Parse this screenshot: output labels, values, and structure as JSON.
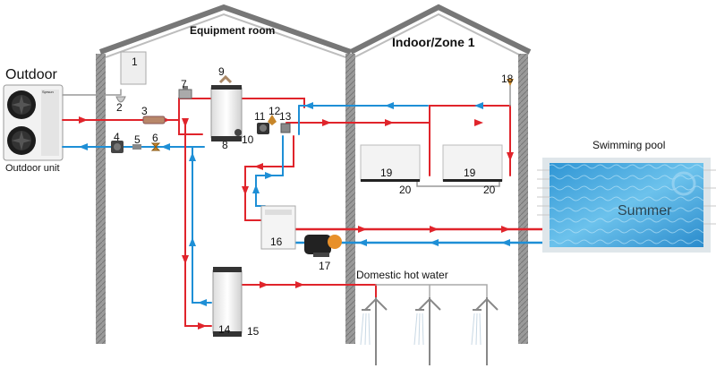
{
  "labels": {
    "outdoor": "Outdoor",
    "outdoor_unit": "Outdoor unit",
    "equipment_room": "Equipment room",
    "indoor_zone": "Indoor/Zone 1",
    "swimming_pool": "Swimming pool",
    "domestic_hot_water": "Domestic hot water",
    "summer": "Summer",
    "brand": "Sprsun"
  },
  "components": {
    "c1": "1",
    "c2": "2",
    "c3": "3",
    "c4": "4",
    "c5": "5",
    "c6": "6",
    "c7": "7",
    "c8": "8",
    "c9": "9",
    "c10": "10",
    "c11": "11",
    "c12": "12",
    "c13": "13",
    "c14": "14",
    "c15": "15",
    "c16": "16",
    "c17": "17",
    "c18": "18",
    "c19a": "19",
    "c19b": "19",
    "c20a": "20",
    "c20b": "20"
  },
  "colors": {
    "hot": "#e0242b",
    "cold": "#1e8fd6",
    "wall": "#8a8a8a",
    "roof": "#666666",
    "pipe": "#b8b8b8",
    "pool_water": "#3aa3dc"
  }
}
